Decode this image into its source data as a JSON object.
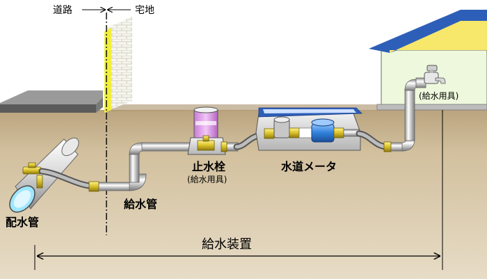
{
  "labels": {
    "road": "道路",
    "site": "宅地",
    "distribution_pipe": "配水管",
    "service_pipe": "給水管",
    "stop_valve": "止水栓",
    "stop_valve_note": "(給水用具)",
    "water_meter": "水道メータ",
    "faucet_note": "(給水用具)",
    "system": "給水装置"
  },
  "colors": {
    "soil": "#cfbc9a",
    "sky": "#ffffff",
    "wall_yellow": "#f2ef3c",
    "house_wall": "#eef8dc",
    "roof_blue": "#2e5fb8",
    "roof_yellow": "#f7e76a",
    "pipe_light": "#ffffff",
    "pipe_dark": "#7f7f7f",
    "brass": "#d9c028",
    "meter_blue": "#2f7fd9",
    "valve_purple": "#dd99e6"
  },
  "icons": {
    "boundary": "dash-dot-boundary-line",
    "faucet": "faucet-icon",
    "meter": "water-meter-icon",
    "stop_valve": "stop-valve-icon"
  }
}
